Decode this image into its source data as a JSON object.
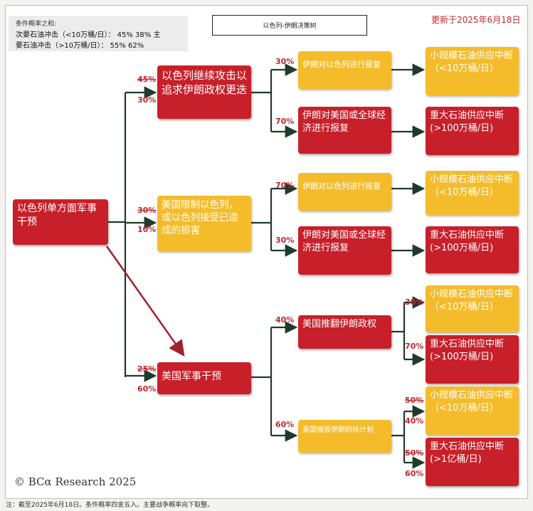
{
  "legend": {
    "title": "条件概率之和:",
    "line1": "次要石油冲击（<10万桶/日）： 45% 38% 主",
    "line2": "要石油冲击（>10万桶/日）： 55% 62%"
  },
  "header": {
    "title": "以色列-伊朗决策树",
    "updated": "更新于2025年6月18日"
  },
  "nodes": {
    "root": "以色列单方面军事干预",
    "b1": "以色列继续攻击以追求伊朗政权更迭",
    "b2": "美国限制以色列，或以色列接受已造成的损害",
    "b3": "美国军事干预",
    "b1a": "伊朗对以色列进行报复",
    "b1b": "伊朗对美国或全球经济进行报复",
    "b2a": "伊朗对以色列进行报复",
    "b2b": "伊朗对美国或全球经济进行报复",
    "b3a": "美国推翻伊朗政权",
    "b3b": "美国摧毁伊朗的核计划",
    "o1": "小规模石油供应中断（<10万桶/日）",
    "o2": "重大石油供应中断(>100万桶/日)",
    "o3": "小规模石油供应中断（<10万桶/日）",
    "o4": "重大石油供应中断(>100万桶/日)",
    "o5": "小规模石油供应中断（<10万桶/日）",
    "o6": "重大石油供应中断(>100万桶/日)",
    "o7": "小规模石油供应中断（<10万桶/日）",
    "o8": "重大石油供应中断(>1亿桶/日)"
  },
  "probabilities": {
    "b1_old": "45%",
    "b1_new": "30%",
    "b2_old": "30%",
    "b2_new": "10%",
    "b3_old": "25%",
    "b3_new": "60%",
    "b1a": "30%",
    "b1b": "70%",
    "b2a": "70%",
    "b2b": "30%",
    "b3a": "40%",
    "b3b": "60%",
    "b3a_o5": "30%",
    "b3a_o6": "70%",
    "b3b_o7_old": "50%",
    "b3b_o7_new": "40%",
    "b3b_o8_old": "50%",
    "b3b_o8_new": "60%"
  },
  "footer": {
    "logo": "© BCα Research 2025",
    "note": "注：截至2025年6月18日。条件概率四舍五入。主要战争概率向下取整。"
  },
  "colors": {
    "red": "#c8202a",
    "yellow": "#f4bc2b",
    "line": "#1f3b2b",
    "arrow_red": "#a0202a"
  }
}
